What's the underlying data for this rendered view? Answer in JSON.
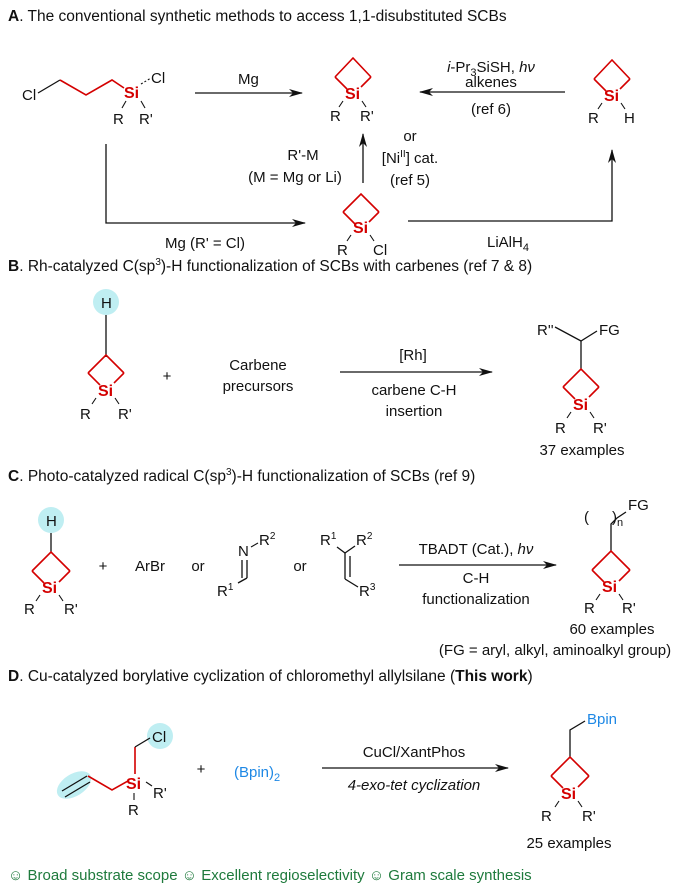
{
  "colors": {
    "silicon": "#d40000",
    "highlight": "#bfeef2",
    "boron": "#1e88e5",
    "benefits": "#1e7a3c"
  },
  "sectionA": {
    "letter": "A",
    "title": ". The conventional synthetic methods to access 1,1-disubstituted SCBs",
    "start_cl": "Cl",
    "si": "Si",
    "si_cl": "Cl",
    "r": "R",
    "rp": "R'",
    "arrow_mg": "Mg",
    "rm_label1": "R'-M",
    "rm_label2": "(M = Mg or Li)",
    "ni_or": "or",
    "ni_label_pre": "[Ni",
    "ni_sup": "II",
    "ni_label_post": "] cat.",
    "ni_ref": "(ref 5)",
    "ref6_line1_pre": "i",
    "ref6_line1_mid": "-Pr",
    "ref6_sub": "3",
    "ref6_line1_post": "SiSH, ",
    "ref6_hv": "hν",
    "ref6_line2": "alkenes",
    "ref6_line3": "(ref 6)",
    "h": "H",
    "bottom_mg": "Mg (R' = Cl)",
    "lialh4_pre": "LiAlH",
    "lialh4_sub": "4",
    "cl2": "Cl"
  },
  "sectionB": {
    "letter": "B",
    "title_pre": ". Rh-catalyzed C(sp",
    "title_sup": "3",
    "title_post": ")-H functionalization of SCBs with carbenes (ref 7 & 8)",
    "h": "H",
    "plus": "+",
    "reagent1": "Carbene",
    "reagent2": "precursors",
    "cond_top": "[Rh]",
    "cond_bot1": "carbene C-H",
    "cond_bot2": "insertion",
    "rpp": "R''",
    "fg": "FG",
    "examples": "37 examples"
  },
  "sectionC": {
    "letter": "C",
    "title_pre": ". Photo-catalyzed radical C(sp",
    "title_sup": "3",
    "title_post": ")-H functionalization of SCBs (ref 9)",
    "h": "H",
    "plus": "+",
    "arbr": "ArBr",
    "or": "or",
    "n": "N",
    "r": "R",
    "sup1": "1",
    "sup2": "2",
    "sup3": "3",
    "cond_top_pre": "TBADT (Cat.), ",
    "cond_hv": "hν",
    "cond_bot1": "C-H",
    "cond_bot2": "functionalization",
    "fg": "FG",
    "paren_l": "(",
    "paren_r": ")",
    "n_sub": "n",
    "examples": "60 examples",
    "fg_note": "(FG = aryl, alkyl, aminoalkyl group)"
  },
  "sectionD": {
    "letter": "D",
    "title_pre": ". Cu-catalyzed borylative cyclization of chloromethyl allylsilane (",
    "title_bold": "This work",
    "title_post": ")",
    "cl": "Cl",
    "plus": "+",
    "bpin2_pre": "(Bpin)",
    "bpin2_sub": "2",
    "cond_top": "CuCl/XantPhos",
    "cond_bot": "4-exo-tet cyclization",
    "bpin": "Bpin",
    "examples": "25 examples"
  },
  "benefits": [
    "☺ Broad substrate scope",
    "☺ Excellent regioselectivity",
    "☺ Gram scale synthesis"
  ]
}
